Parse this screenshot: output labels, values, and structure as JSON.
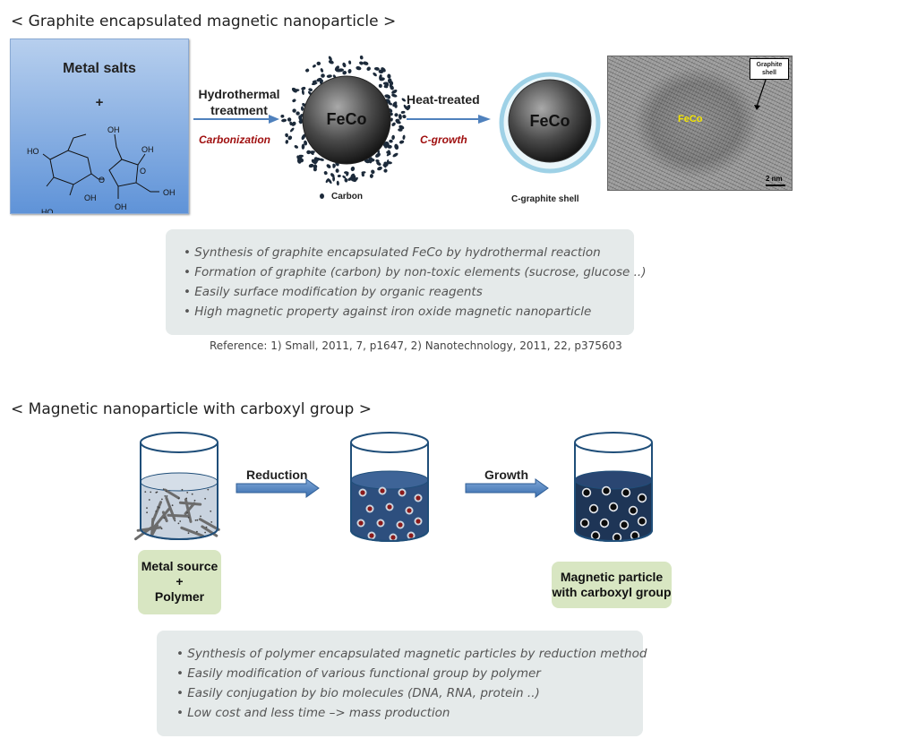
{
  "section1": {
    "title": "< Graphite encapsulated magnetic nanoparticle >",
    "metal_box": {
      "title": "Metal salts",
      "plus": "+",
      "chem": [
        "OH",
        "OH",
        "HO",
        "OH",
        "HO",
        "OH",
        "HO",
        "O",
        "O",
        "OH"
      ]
    },
    "step1": {
      "label_line1": "Hydrothermal",
      "label_line2": "treatment",
      "sub": "Carbonization"
    },
    "particle1": {
      "label": "FeCo",
      "caption": "Carbon"
    },
    "step2": {
      "label": "Heat-treated",
      "sub": "C-growth"
    },
    "particle2": {
      "label": "FeCo",
      "caption": "C-graphite shell"
    },
    "tem": {
      "label": "FeCo",
      "callout_line1": "Graphite",
      "callout_line2": "shell",
      "scale": "2 nm"
    },
    "bullets": [
      "• Synthesis of graphite encapsulated FeCo by hydrothermal reaction",
      "• Formation of graphite (carbon) by non-toxic elements (sucrose, glucose ..)",
      "• Easily surface modification by organic reagents",
      "• High magnetic property against iron oxide magnetic nanoparticle"
    ],
    "reference": "Reference: 1) Small, 2011, 7, p1647, 2) Nanotechnology, 2011, 22, p375603"
  },
  "section2": {
    "title": "< Magnetic nanoparticle with carboxyl group >",
    "step1": "Reduction",
    "step2": "Growth",
    "box1": {
      "line1": "Metal source",
      "line2": "+",
      "line3": "Polymer"
    },
    "box2": {
      "line1": "Magnetic particle",
      "line2": "with carboxyl group"
    },
    "bullets": [
      "• Synthesis of polymer encapsulated magnetic particles by reduction method",
      "• Easily modification of various functional group by polymer",
      "• Easily conjugation by bio molecules (DNA, RNA, protein ..)",
      "• Low  cost and less time  –> mass production"
    ]
  },
  "colors": {
    "arrow": "#4f81bd",
    "accent_red": "#a01010",
    "note_box": "#e5eaea",
    "green_box": "#d8e6c2"
  }
}
